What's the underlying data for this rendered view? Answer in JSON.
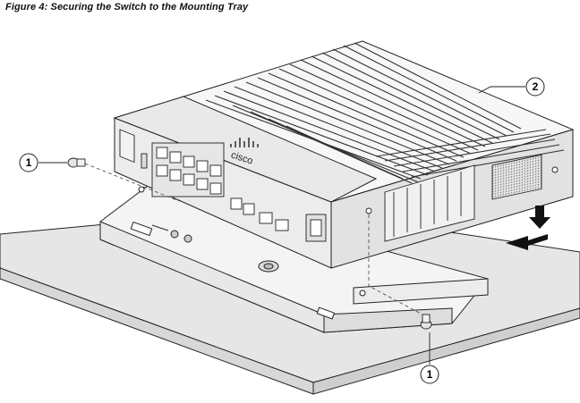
{
  "figure": {
    "caption": "Figure 4: Securing the Switch to the Mounting Tray"
  },
  "callouts": [
    {
      "id": "screw-left",
      "label": "1"
    },
    {
      "id": "switch",
      "label": "2"
    },
    {
      "id": "screw-bottom",
      "label": "1"
    }
  ],
  "switch": {
    "brand_text": "cisco"
  }
}
